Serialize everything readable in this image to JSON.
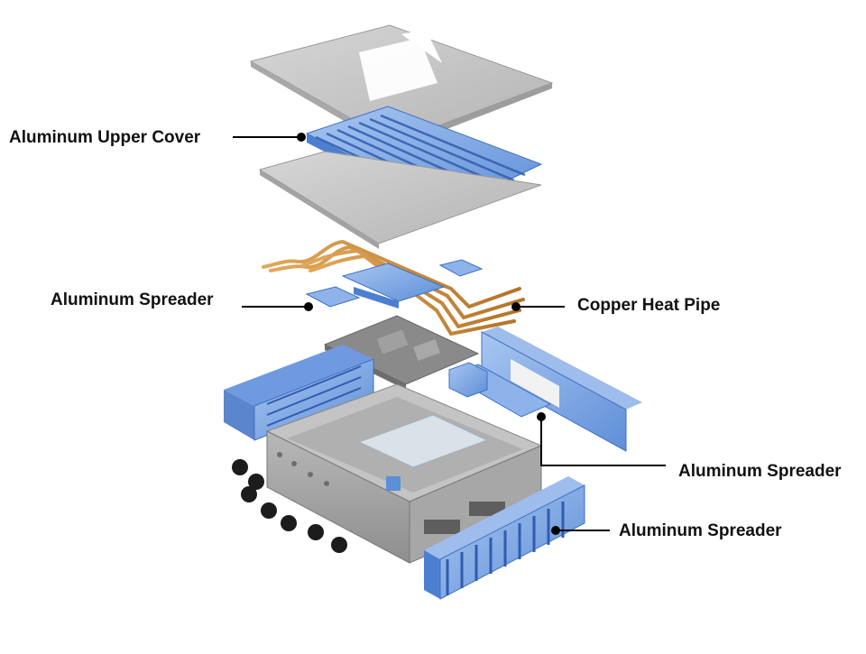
{
  "labels": {
    "upper_cover": "Aluminum Upper Cover",
    "spreader_left": "Aluminum Spreader",
    "heat_pipe": "Copper Heat Pipe",
    "spreader_right": "Aluminum Spreader",
    "spreader_bottom": "Aluminum Spreader"
  },
  "colors": {
    "aluminum_blue": "#7fa8e0",
    "aluminum_blue_dark": "#3f6fc4",
    "copper": "#c98a3c",
    "housing_gray": "#9a9a9a",
    "plate_gray": "#c8c8c8"
  }
}
